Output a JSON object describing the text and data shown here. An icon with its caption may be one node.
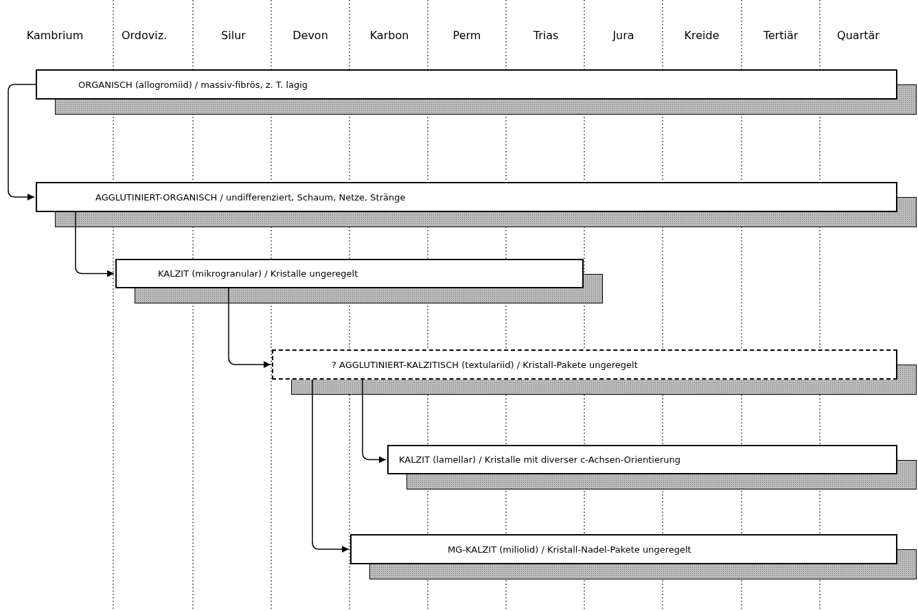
{
  "diagram": {
    "nodes": [
      {
        "text": [
          "ORGANISCH (allogromiid) / massiv-fibrös, z. T. lagig"
        ]
      },
      {
        "text": [
          "AGGLUTINIERT-ORGANISCH / undifferenziert, Schaum, Netze, Stränge"
        ]
      },
      {
        "text": [
          "KALZIT (mikrogranular) / Kristalle ungeregelt"
        ]
      },
      {
        "text": [
          "? AGGLUTINIERT-KALZITISCH (textulariid) / Kristall-Pakete ungeregelt"
        ]
      },
      {
        "text": [
          "KALZIT (lamellar) / Kristalle mit diverser c-Achsen-Orientierung"
        ]
      },
      {
        "text": [
          "MG-KALZIT (miliolid) / Kristall-Nadel-Pakete ungeregelt"
        ]
      }
    ],
    "edges": [
      {
        "from": 0,
        "to": 1,
        "arrow": "to"
      },
      {
        "from": 1,
        "to": 2,
        "arrow": "to"
      },
      {
        "from": 2,
        "to": 3,
        "arrow": "to"
      },
      {
        "from": 3,
        "to": 4,
        "arrow": "to"
      },
      {
        "from": 3,
        "to": 5,
        "arrow": "to"
      }
    ],
    "labels": [
      "Kambrium",
      "Ordoviz.",
      "Silur",
      "Devon",
      "Karbon",
      "Perm",
      "Trias",
      "Jura",
      "Kreide",
      "Tertiär",
      "Quartär"
    ]
  }
}
